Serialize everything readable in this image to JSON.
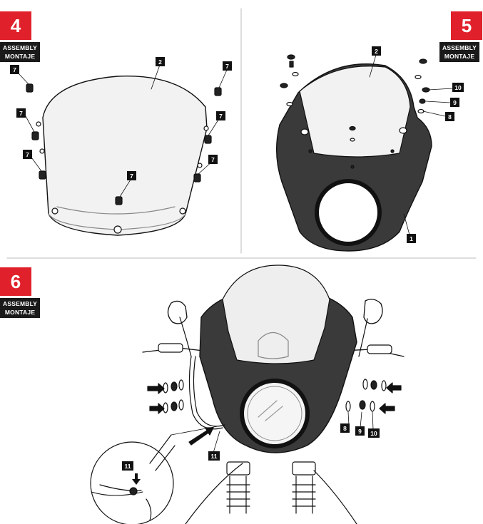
{
  "colors": {
    "accent": "#e0202a",
    "label_bg": "#1a1a1a",
    "fairing": "#3a3a3a",
    "line": "#111111"
  },
  "steps": [
    {
      "number": "4",
      "label_line1": "ASSEMBLY",
      "label_line2": "MONTAJE"
    },
    {
      "number": "5",
      "label_line1": "ASSEMBLY",
      "label_line2": "MONTAJE"
    },
    {
      "number": "6",
      "label_line1": "ASSEMBLY",
      "label_line2": "MONTAJE"
    }
  ],
  "callouts": {
    "p4": [
      "2",
      "7",
      "7",
      "7",
      "7",
      "7",
      "7",
      "7"
    ],
    "p5": [
      "2",
      "10",
      "9",
      "8",
      "1"
    ],
    "p6": [
      "8",
      "9",
      "10",
      "11",
      "11"
    ]
  }
}
